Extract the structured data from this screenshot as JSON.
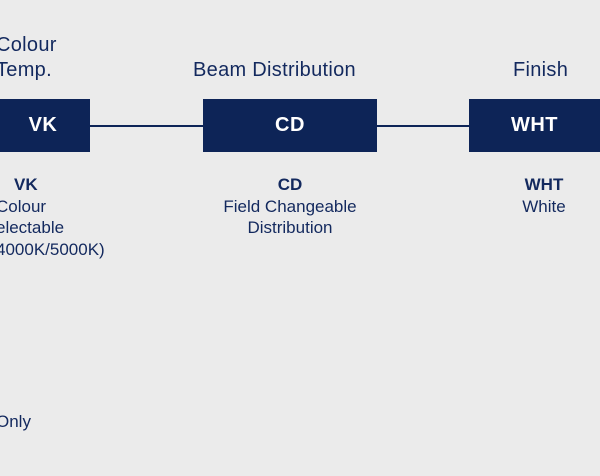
{
  "columns": [
    {
      "id": "colour-temp",
      "heading_lines": [
        "Colour",
        "Temp."
      ],
      "code": "VK",
      "desc_code": "VK",
      "desc_lines": [
        "Colour",
        "electable",
        "4000K/5000K)"
      ]
    },
    {
      "id": "beam-distribution",
      "heading_lines": [
        "Beam Distribution"
      ],
      "code": "CD",
      "desc_code": "CD",
      "desc_lines": [
        "Field Changeable",
        "Distribution"
      ]
    },
    {
      "id": "finish",
      "heading_lines": [
        "Finish"
      ],
      "code": "WHT",
      "desc_code": "WHT",
      "desc_lines": [
        "White"
      ]
    }
  ],
  "footnote": "Only",
  "colors": {
    "background": "#ebebeb",
    "box": "#0d2457",
    "text": "#13295e"
  }
}
